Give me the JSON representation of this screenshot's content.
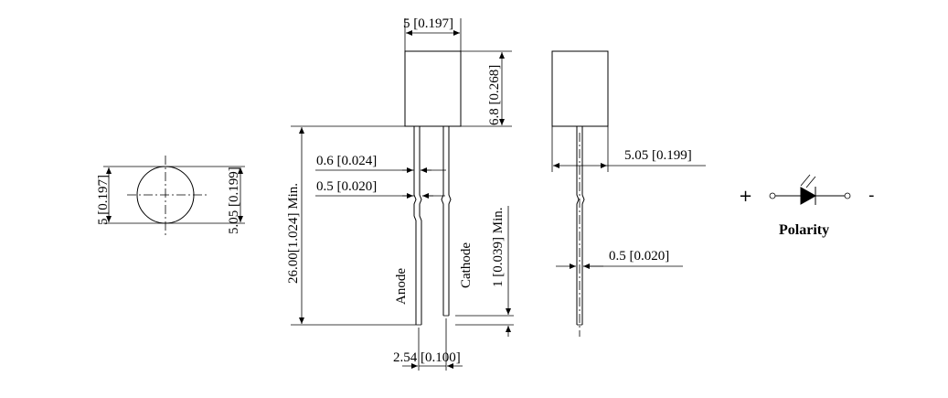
{
  "labels": {
    "top_width": "5 [0.197]",
    "body_height": "6.8 [0.268]",
    "lead_width_upper": "0.6 [0.024]",
    "lead_width_lower": "0.5 [0.020]",
    "lead_length": "26.00[1.024] Min.",
    "stand_off": "1 [0.039] Min.",
    "lead_spacing": "2.54 [0.100]",
    "anode": "Anode",
    "cathode": "Cathode",
    "side_width": "5.05 [0.199]",
    "side_lead": "0.5 [0.020]",
    "circle_dia_left": "5 [0.197]",
    "circle_dia_right": "5.05 [0.199]"
  },
  "polarity": {
    "plus": "+",
    "minus": "-",
    "title": "Polarity"
  }
}
